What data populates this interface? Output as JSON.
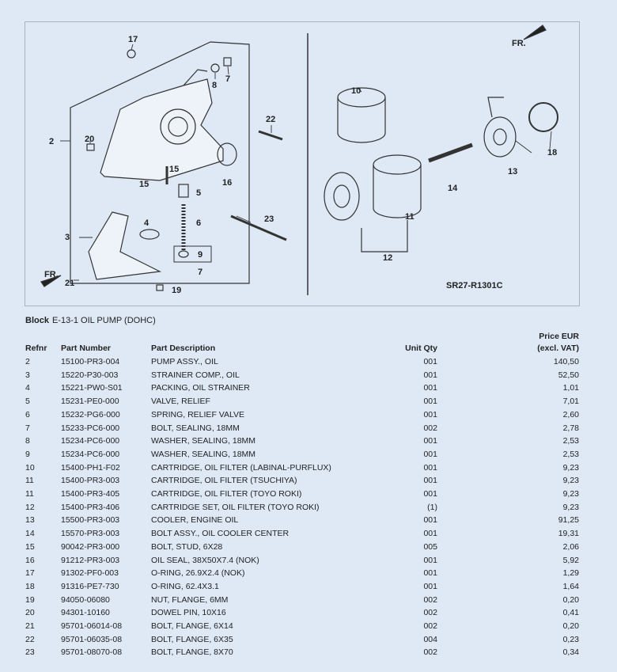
{
  "diagram": {
    "code": "SR27-R1301C",
    "front_label": "FR.",
    "callouts": [
      "17",
      "8",
      "7",
      "22",
      "2",
      "20",
      "15",
      "15",
      "16",
      "5",
      "4",
      "6",
      "23",
      "3",
      "9",
      "7",
      "21",
      "19",
      "10",
      "14",
      "11",
      "12",
      "13",
      "18"
    ]
  },
  "block": {
    "label": "Block",
    "value": "E-13-1 OIL PUMP (DOHC)"
  },
  "table": {
    "headers": {
      "refnr": "Refnr",
      "part_number": "Part Number",
      "description": "Part Description",
      "unit_qty": "Unit Qty",
      "price_line1": "Price EUR",
      "price_line2": "(excl. VAT)"
    },
    "rows": [
      [
        "2",
        "15100-PR3-004",
        "PUMP ASSY., OIL",
        "001",
        "140,50"
      ],
      [
        "3",
        "15220-P30-003",
        "STRAINER COMP., OIL",
        "001",
        "52,50"
      ],
      [
        "4",
        "15221-PW0-S01",
        "PACKING, OIL STRAINER",
        "001",
        "1,01"
      ],
      [
        "5",
        "15231-PE0-000",
        "VALVE, RELIEF",
        "001",
        "7,01"
      ],
      [
        "6",
        "15232-PG6-000",
        "SPRING, RELIEF VALVE",
        "001",
        "2,60"
      ],
      [
        "7",
        "15233-PC6-000",
        "BOLT, SEALING, 18MM",
        "002",
        "2,78"
      ],
      [
        "8",
        "15234-PC6-000",
        "WASHER, SEALING, 18MM",
        "001",
        "2,53"
      ],
      [
        "9",
        "15234-PC6-000",
        "WASHER, SEALING, 18MM",
        "001",
        "2,53"
      ],
      [
        "10",
        "15400-PH1-F02",
        "CARTRIDGE, OIL FILTER (LABINAL-PURFLUX)",
        "001",
        "9,23"
      ],
      [
        "11",
        "15400-PR3-003",
        "CARTRIDGE, OIL FILTER (TSUCHIYA)",
        "001",
        "9,23"
      ],
      [
        "11",
        "15400-PR3-405",
        "CARTRIDGE, OIL FILTER (TOYO ROKI)",
        "001",
        "9,23"
      ],
      [
        "12",
        "15400-PR3-406",
        "CARTRIDGE SET, OIL FILTER (TOYO ROKI)",
        "(1)",
        "9,23"
      ],
      [
        "13",
        "15500-PR3-003",
        "COOLER, ENGINE OIL",
        "001",
        "91,25"
      ],
      [
        "14",
        "15570-PR3-003",
        "BOLT ASSY., OIL COOLER CENTER",
        "001",
        "19,31"
      ],
      [
        "15",
        "90042-PR3-000",
        "BOLT, STUD, 6X28",
        "005",
        "2,06"
      ],
      [
        "16",
        "91212-PR3-003",
        "OIL SEAL, 38X50X7.4 (NOK)",
        "001",
        "5,92"
      ],
      [
        "17",
        "91302-PF0-003",
        "O-RING, 26.9X2.4 (NOK)",
        "001",
        "1,29"
      ],
      [
        "18",
        "91316-PE7-730",
        "O-RING, 62.4X3.1",
        "001",
        "1,64"
      ],
      [
        "19",
        "94050-06080",
        "NUT, FLANGE, 6MM",
        "002",
        "0,20"
      ],
      [
        "20",
        "94301-10160",
        "DOWEL PIN, 10X16",
        "002",
        "0,41"
      ],
      [
        "21",
        "95701-06014-08",
        "BOLT, FLANGE, 6X14",
        "002",
        "0,20"
      ],
      [
        "22",
        "95701-06035-08",
        "BOLT, FLANGE, 6X35",
        "004",
        "0,23"
      ],
      [
        "23",
        "95701-08070-08",
        "BOLT, FLANGE, 8X70",
        "002",
        "0,34"
      ]
    ]
  }
}
